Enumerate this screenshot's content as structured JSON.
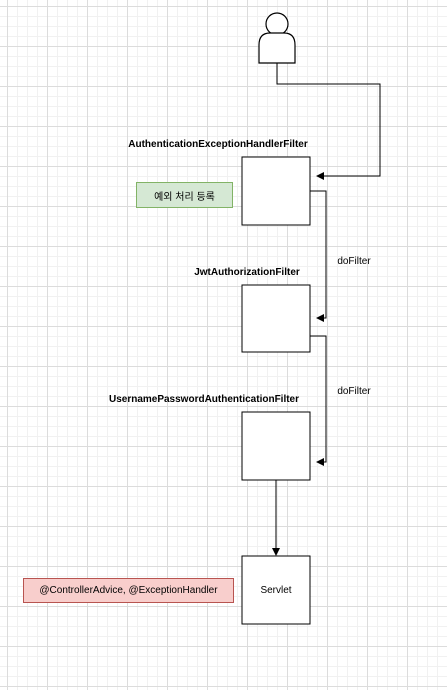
{
  "filters": [
    {
      "title": "AuthenticationExceptionHandlerFilter"
    },
    {
      "title": "JwtAuthorizationFilter"
    },
    {
      "title": "UsernamePasswordAuthenticationFilter"
    }
  ],
  "servlet": {
    "label": "Servlet"
  },
  "edges": [
    {
      "label": "doFilter"
    },
    {
      "label": "doFilter"
    }
  ],
  "notes": {
    "exception_register": "예외 처리 등록",
    "controller_advice": "@ControllerAdvice, @ExceptionHandler"
  },
  "actor": {
    "icon": "user-icon"
  }
}
